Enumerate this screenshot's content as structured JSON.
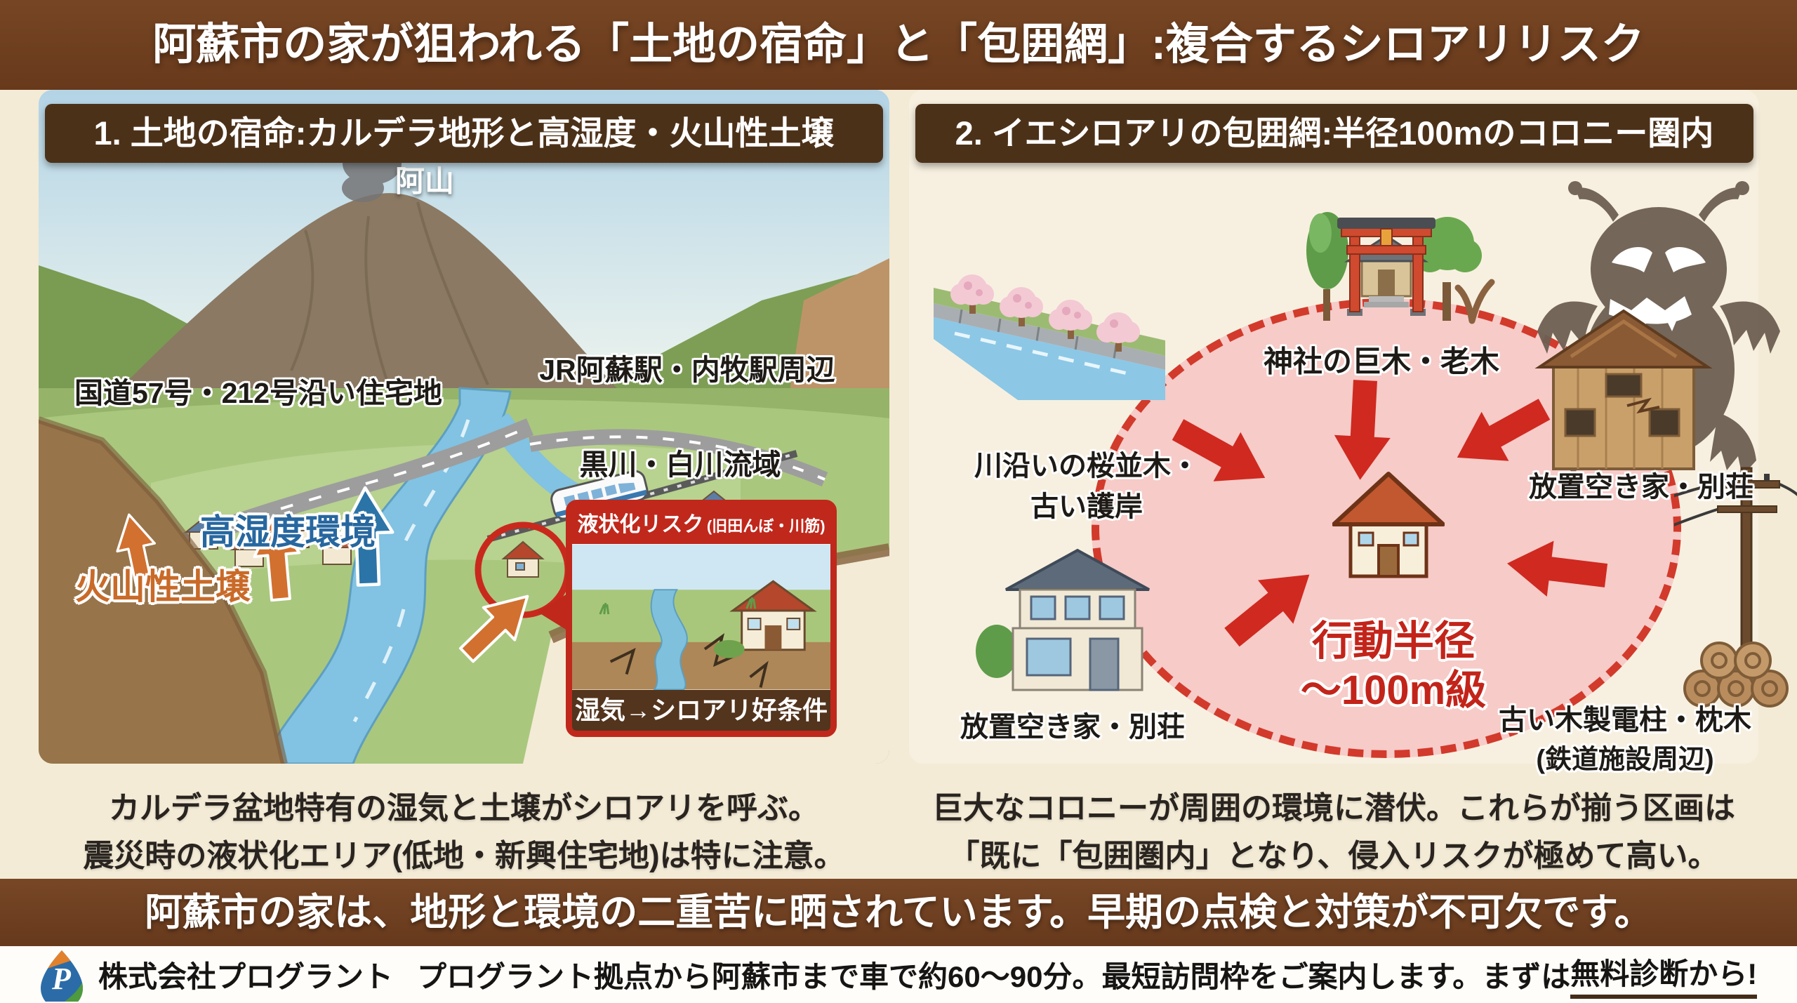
{
  "title": "阿蘇市の家が狙われる「土地の宿命」と「包囲網」:複合するシロアリリスク",
  "left_panel": {
    "header": "1. 土地の宿命:カルデラ地形と高湿度・火山性土壌",
    "mountain_label": "阿山",
    "label_route": "国道57号・212号沿い住宅地",
    "label_station": "JR阿蘇駅・内牧駅周辺",
    "label_rivers": "黒川・白川流域",
    "label_humidity": "高湿度環境",
    "label_soil": "火山性土壌",
    "inset": {
      "title": "液状化リスク",
      "subtitle": "(旧田んぼ・川筋)",
      "footer": "湿気→シロアリ好条件"
    },
    "caption1": "カルデラ盆地特有の湿気と土壌がシロアリを呼ぶ。",
    "caption2": "震災時の液状化エリア(低地・新興住宅地)は特に注意。"
  },
  "right_panel": {
    "header": "2. イエシロアリの包囲網:半径100mのコロニー圏内",
    "label_shrine": "神社の巨木・老木",
    "label_sakura1": "川沿いの桜並木・",
    "label_sakura2": "古い護岸",
    "label_vacant_right": "放置空き家・別荘",
    "label_vacant_left": "放置空き家・別荘",
    "label_pole1": "古い木製電柱・枕木",
    "label_pole2": "(鉄道施設周辺)",
    "radius1": "行動半径",
    "radius2": "〜100m級",
    "caption1": "巨大なコロニーが周囲の環境に潜伏。これらが揃う区画は",
    "caption2": "「既に「包囲圏内」となり、侵入リスクが極めて高い。"
  },
  "bottom_banner": "阿蘇市の家は、地形と環境の二重苦に晒されています。早期の点検と対策が不可欠です。",
  "footer": {
    "company": "株式会社プログラント",
    "message_pre": "プログラント拠点から阿蘇市まで車で約60〜90分。最短訪問枠をご案内します。まずは",
    "highlight": "無料",
    "message_post": "診断から!"
  },
  "colors": {
    "banner_brown": "#6e4120",
    "header_brown": "#4c3119",
    "accent_red": "#c9291d",
    "circle_pink": "#f6cbc8",
    "humidity_blue": "#27679f",
    "soil_orange": "#c96a28",
    "highlight_brown": "#9c3a16"
  }
}
